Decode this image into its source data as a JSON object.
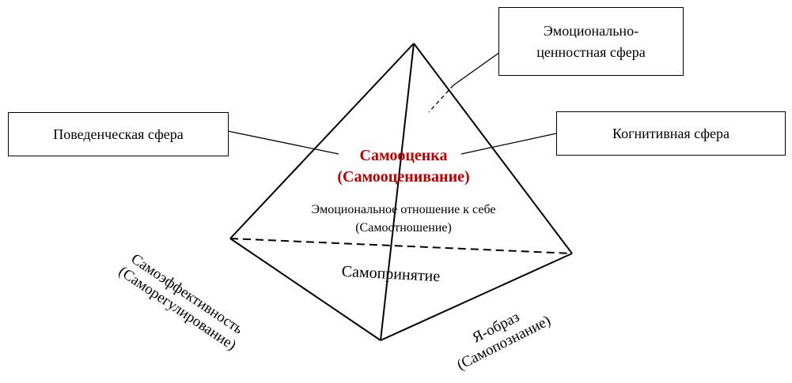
{
  "colors": {
    "lines": "#000000",
    "accent": "#c00000",
    "background": "#ffffff"
  },
  "boxes": {
    "emotional_value": {
      "line1": "Эмоционально-",
      "line2": "ценностная сфера"
    },
    "behavioral": {
      "label": "Поведенческая сфера"
    },
    "cognitive": {
      "label": "Когнитивная сфера"
    }
  },
  "center": {
    "title_line1": "Самооценка",
    "title_line2": "(Самооценивание)",
    "emotion_line1": "Эмоциональное отношение к себе",
    "emotion_line2": "(Самоотношение)",
    "acceptance": "Самопринятие"
  },
  "edges": {
    "left": {
      "line1": "Самоэффективность",
      "line2": "(Саморегулирование)"
    },
    "right": {
      "line1": "Я-образ",
      "line2": "(Самопознание)"
    }
  }
}
